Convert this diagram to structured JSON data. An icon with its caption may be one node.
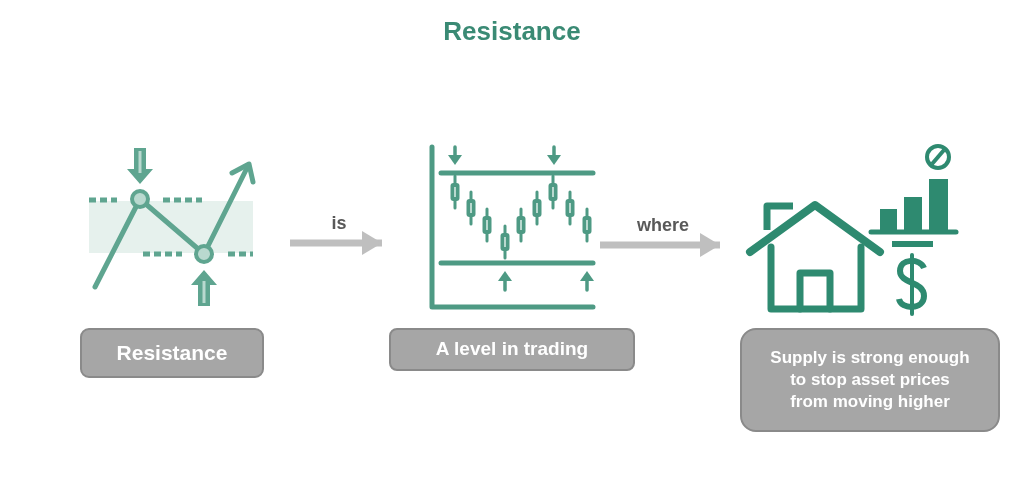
{
  "diagram": {
    "title": "Resistance",
    "nodes": [
      {
        "text": [],
        "shape": "picture"
      },
      {
        "text": [
          "Resistance"
        ]
      },
      {
        "text": [],
        "shape": "picture"
      },
      {
        "text": [
          "A level in trading"
        ]
      },
      {
        "text": [],
        "shape": "picture"
      },
      {
        "text": [
          "Supply is strong enough to stop asset prices from moving higher"
        ]
      }
    ],
    "edges": [
      {
        "from": 0,
        "to": 2,
        "arrow": "to",
        "label": "is"
      },
      {
        "from": 2,
        "to": 4,
        "arrow": "to",
        "label": "where"
      }
    ]
  }
}
